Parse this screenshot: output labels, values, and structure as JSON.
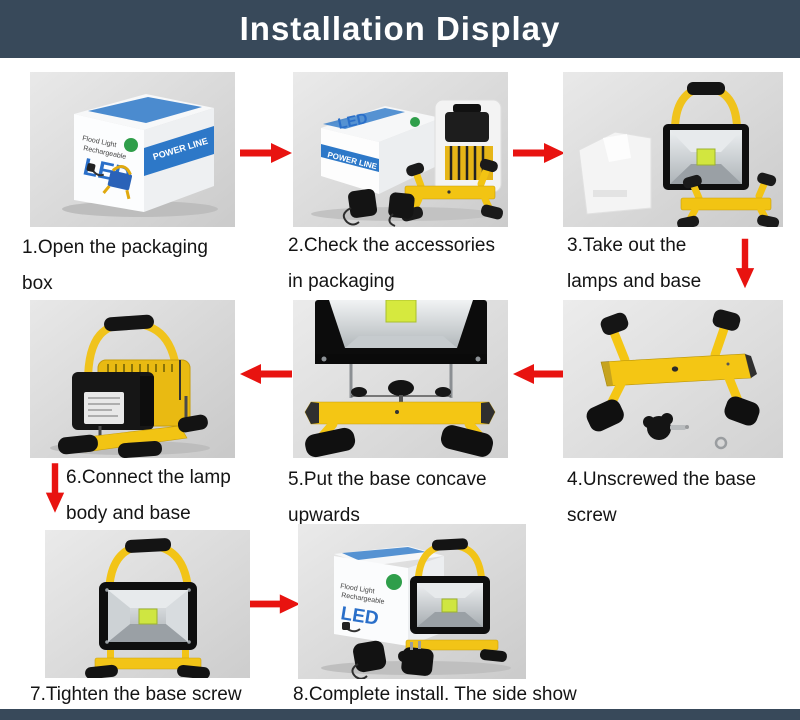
{
  "header": {
    "title": "Installation Display"
  },
  "steps": [
    {
      "number": 1,
      "caption": "1.Open the packaging box",
      "photo": "led-packaging-box"
    },
    {
      "number": 2,
      "caption": "2.Check the accessories in packaging",
      "photo": "opened-box-with-accessories-and-stand"
    },
    {
      "number": 3,
      "caption": "3.Take out the lamps and base",
      "photo": "lamp-foam-insert-and-base"
    },
    {
      "number": 4,
      "caption": "4.Unscrewed the base screw",
      "photo": "base-frame-with-knob-screw-and-washer"
    },
    {
      "number": 5,
      "caption": "5.Put the base concave upwards",
      "photo": "lamp-on-base-closeup"
    },
    {
      "number": 6,
      "caption": "6.Connect the lamp body and base",
      "photo": "assembled-lamp-rear-view"
    },
    {
      "number": 7,
      "caption": "7.Tighten the base screw",
      "photo": "assembled-lamp-front-view"
    },
    {
      "number": 8,
      "caption": "8.Complete install. The side show",
      "photo": "complete-lamp-with-box-and-chargers"
    }
  ],
  "flow_arrows": [
    {
      "from": 1,
      "to": 2,
      "direction": "right"
    },
    {
      "from": 2,
      "to": 3,
      "direction": "right"
    },
    {
      "from": 3,
      "to": 4,
      "direction": "down"
    },
    {
      "from": 4,
      "to": 5,
      "direction": "left"
    },
    {
      "from": 5,
      "to": 6,
      "direction": "left"
    },
    {
      "from": 6,
      "to": 7,
      "direction": "down"
    },
    {
      "from": 7,
      "to": 8,
      "direction": "right"
    }
  ],
  "product": {
    "brand_on_box": "POWER LINE",
    "box_text": [
      "Flood Light",
      "Rechargeable",
      "LED"
    ]
  },
  "colors": {
    "header_bar": "#38495a",
    "footer_bar": "#38495a",
    "title_text": "#ffffff",
    "caption_text": "#141414",
    "arrow_red": "#e81310",
    "photo_background": "#d9d9d9",
    "product_yellow": "#f2c413",
    "product_black": "#141414",
    "box_blue": "#2d78c8",
    "led_text_blue": "#2a6fc9",
    "led_chip_green": "#d2e63f",
    "badge_green": "#2f9e4a"
  }
}
